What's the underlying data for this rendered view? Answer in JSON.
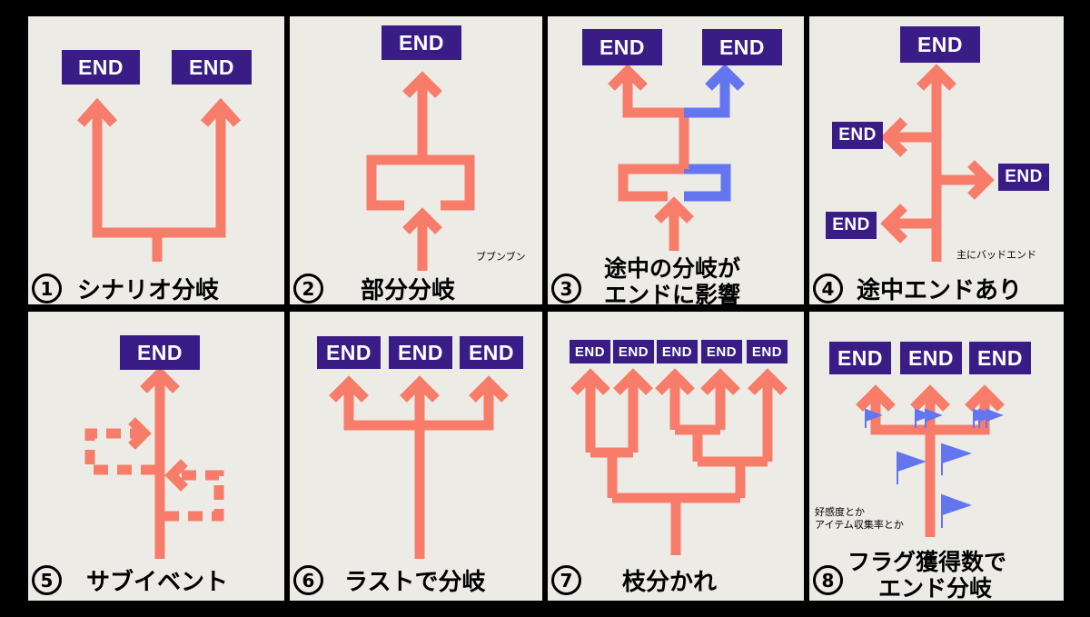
{
  "colors": {
    "background": "#ecebe6",
    "arrow": "#f87c6a",
    "alt_arrow": "#6475f0",
    "end_box": "#3a1c86",
    "flag": "#6475f0"
  },
  "end_label": "END",
  "panels": [
    {
      "number": "1",
      "caption": "シナリオ分岐"
    },
    {
      "number": "2",
      "caption": "部分分岐",
      "note": "ブブンブン"
    },
    {
      "number": "3",
      "caption_line1": "途中の分岐が",
      "caption_line2": "エンドに影響"
    },
    {
      "number": "4",
      "caption": "途中エンドあり",
      "note": "主にバッドエンド"
    },
    {
      "number": "5",
      "caption": "サブイベント"
    },
    {
      "number": "6",
      "caption": "ラストで分岐"
    },
    {
      "number": "7",
      "caption": "枝分かれ"
    },
    {
      "number": "8",
      "caption_line1": "フラグ獲得数で",
      "caption_line2": "エンド分岐",
      "note_line1": "好感度とか",
      "note_line2": "アイテム収集率とか"
    }
  ]
}
